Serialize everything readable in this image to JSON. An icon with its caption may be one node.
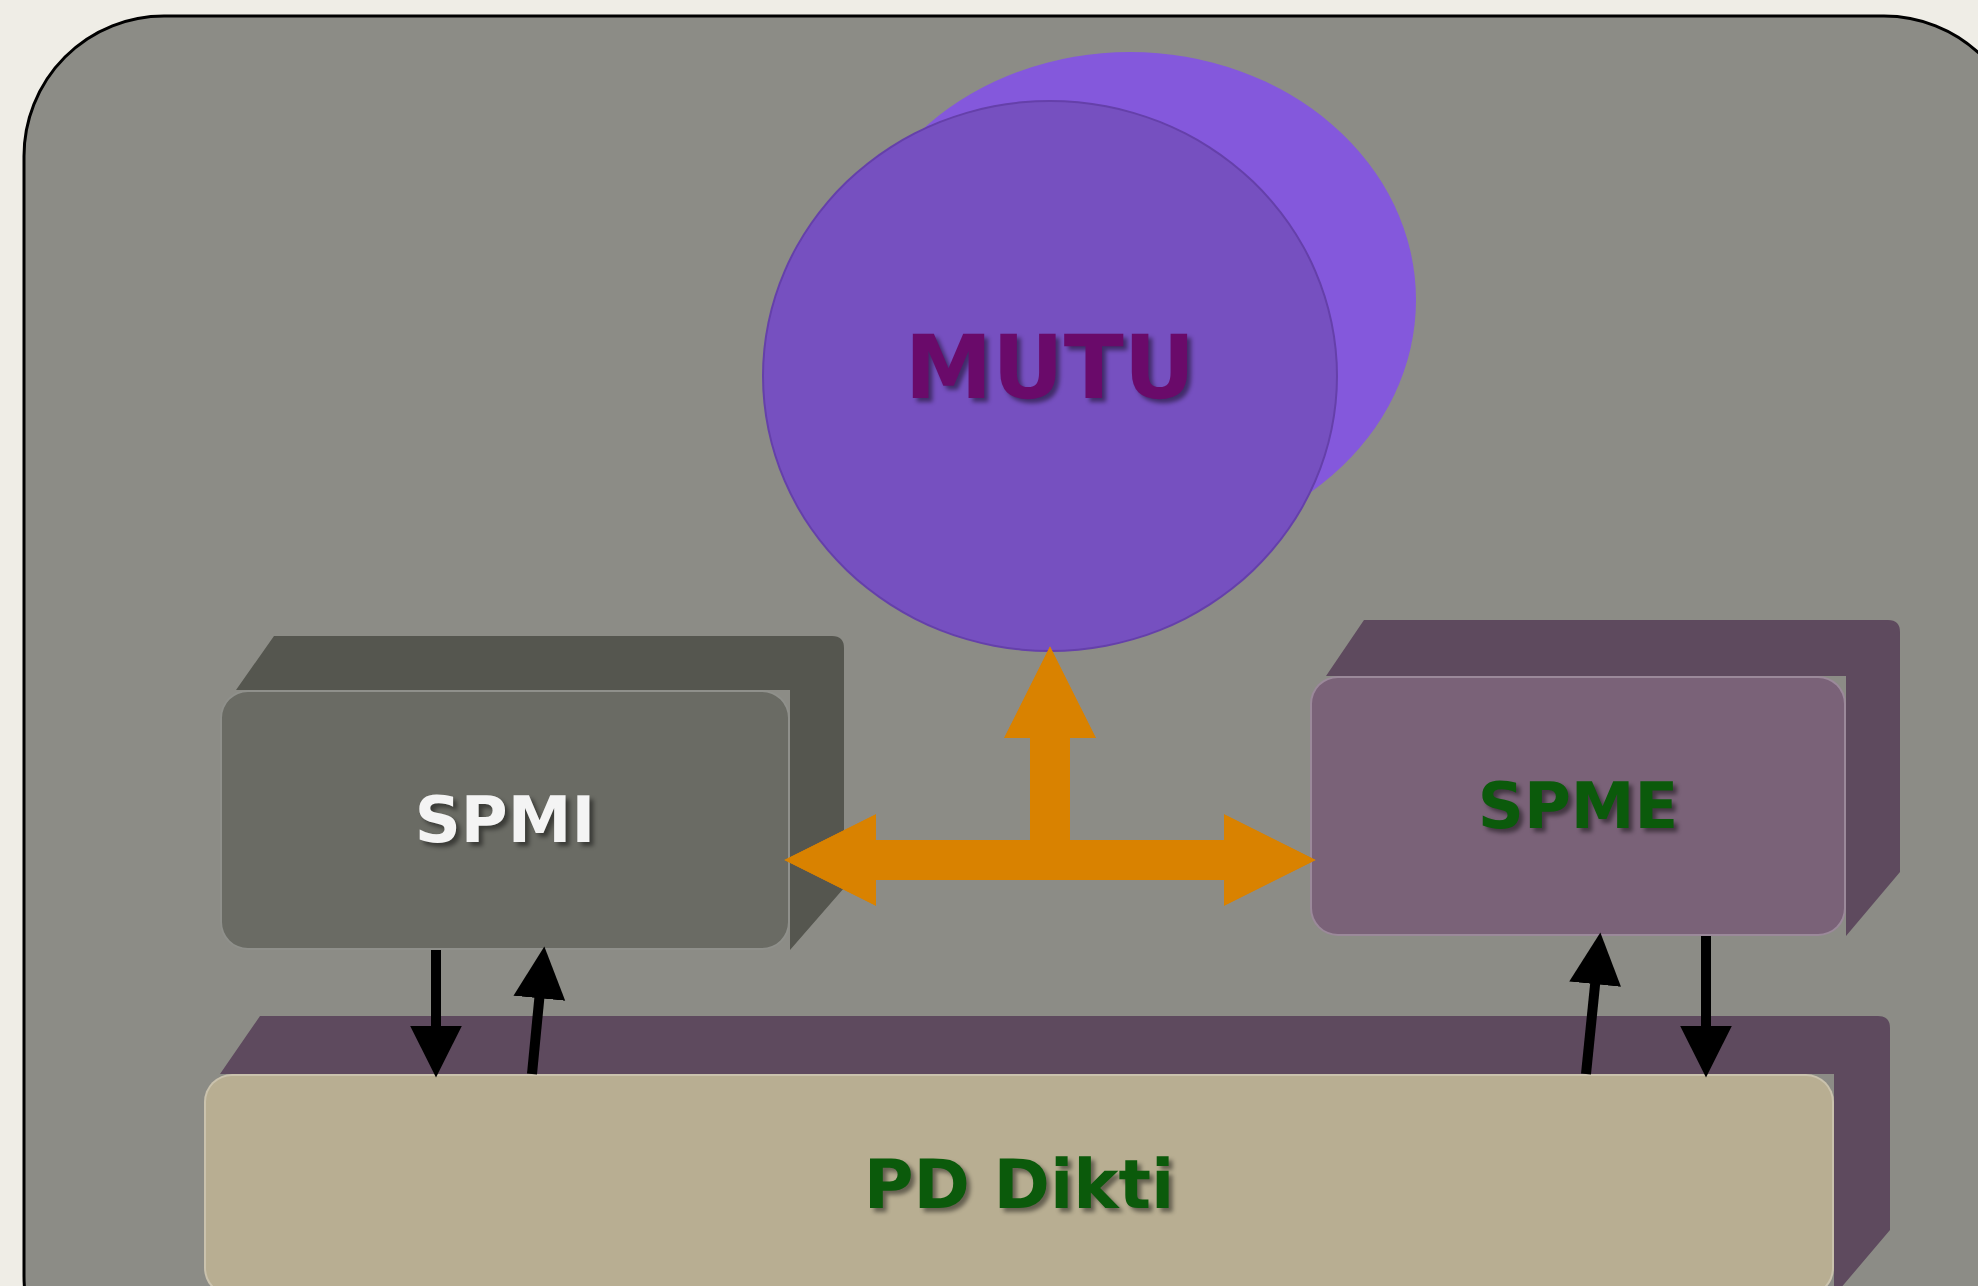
{
  "diagram": {
    "nodes": [
      {
        "text": [
          "MUTU"
        ]
      },
      {
        "text": [
          "SPMI"
        ]
      },
      {
        "text": [
          "SPME"
        ]
      },
      {
        "text": [
          "PD Dikti"
        ]
      }
    ],
    "edges": [
      {
        "from": 0,
        "to": 1,
        "arrow": "both",
        "style": "thick",
        "color": "#d98200"
      },
      {
        "from": 0,
        "to": 2,
        "arrow": "both",
        "style": "thick",
        "color": "#d98200"
      },
      {
        "from": 1,
        "to": 2,
        "arrow": "both",
        "style": "thick",
        "color": "#d98200"
      },
      {
        "from": 1,
        "to": 3,
        "arrow": "to"
      },
      {
        "from": 3,
        "to": 1,
        "arrow": "to"
      },
      {
        "from": 3,
        "to": 2,
        "arrow": "to"
      },
      {
        "from": 2,
        "to": 3,
        "arrow": "to"
      }
    ]
  }
}
